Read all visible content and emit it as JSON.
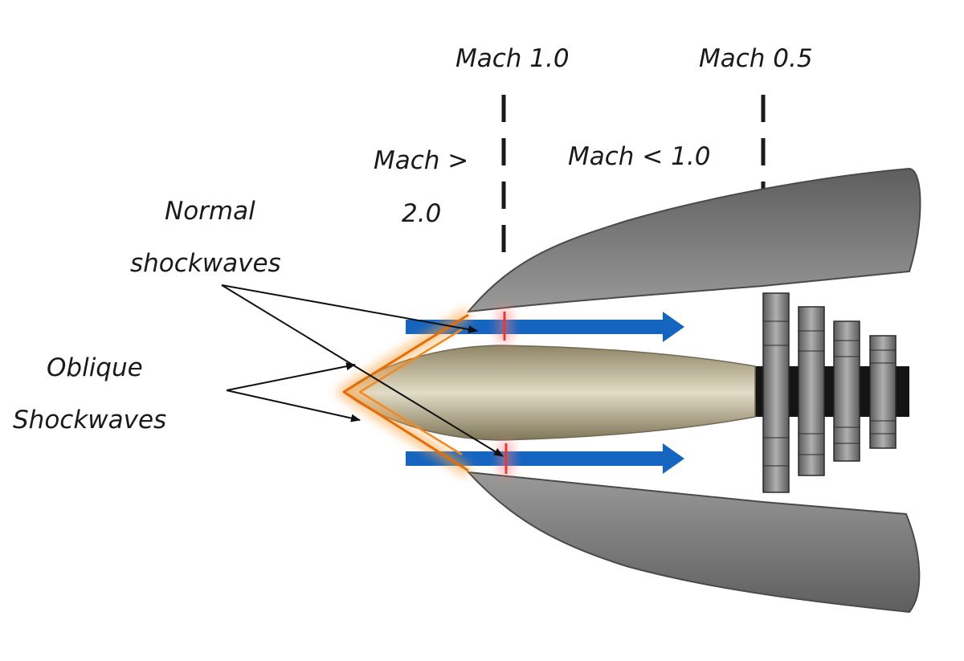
{
  "labels": {
    "mach_1": "Mach 1.0",
    "mach_05": "Mach 0.5",
    "mach_gt_line1": "Mach >",
    "mach_gt_line2": "2.0",
    "mach_lt": "Mach < 1.0",
    "normal_line1": "Normal",
    "normal_line2": "shockwaves",
    "oblique_line1": "Oblique",
    "oblique_line2": "Shockwaves"
  },
  "colors": {
    "airflow": "#1565c0",
    "shock_glow": "#ff9a2e",
    "normal_shock": "#e03a3a",
    "cowl": "#7a7a7a",
    "centerbody": "#c9c0a2",
    "compressor": "#8a8a8a"
  }
}
